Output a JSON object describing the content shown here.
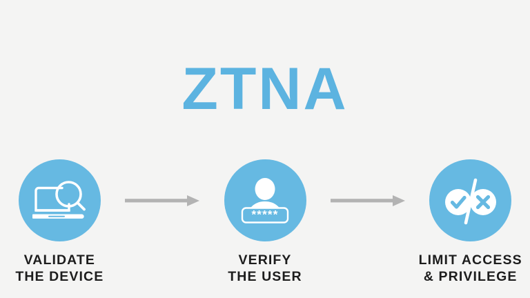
{
  "background_color": "#f4f4f3",
  "accent_color": "#66b9e2",
  "title_color": "#5cb3e0",
  "label_color": "#1d1d1d",
  "arrow_color": "#b3b3b3",
  "title": "ZTNA",
  "steps": [
    {
      "id": "validate-the-device",
      "icon": "laptop-magnifier-icon",
      "label": "VALIDATE\nTHE DEVICE",
      "label_line1": "VALIDATE",
      "label_line2": "THE DEVICE"
    },
    {
      "id": "verify-the-user",
      "icon": "user-password-icon",
      "label": "VERIFY\nTHE USER",
      "label_line1": "VERIFY",
      "label_line2": "THE USER",
      "password_mask": "*****"
    },
    {
      "id": "limit-access-and-privilege",
      "icon": "check-cross-icon",
      "label": "LIMIT ACCESS\n& PRIVILEGE",
      "label_line1": "LIMIT ACCESS",
      "label_line2": "& PRIVILEGE"
    }
  ],
  "connectors": [
    {
      "id": "arrow-1",
      "icon": "arrow-right-icon"
    },
    {
      "id": "arrow-2",
      "icon": "arrow-right-icon"
    }
  ]
}
